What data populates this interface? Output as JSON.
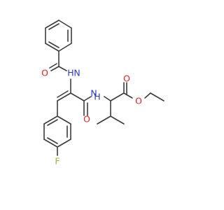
{
  "molecule": {
    "atom_labels": {
      "o_benzoyl": "O",
      "n_amide1": "N",
      "h_amide1": "H",
      "n_amide2": "N",
      "h_amide2": "H",
      "o_amide2": "O",
      "o_ester_carbonyl": "O",
      "o_ester": "O",
      "f": "F"
    },
    "colors": {
      "bond": "#3c3c3c",
      "oxygen": "#e8231c",
      "nitrogen": "#2a3ad8",
      "fluorine": "#8fbf3a"
    }
  }
}
